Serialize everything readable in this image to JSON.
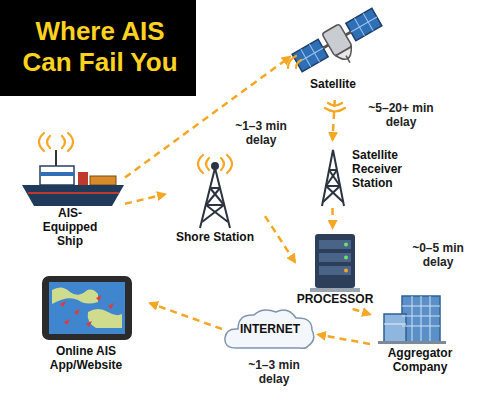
{
  "diagram": {
    "title": "Where AIS Can Fail You",
    "nodes": [
      {
        "text": [
          "Satellite"
        ]
      },
      {
        "text": [
          "AIS-Equipped Ship"
        ]
      },
      {
        "text": [
          "Shore Station"
        ]
      },
      {
        "text": [
          "Satellite Receiver Station"
        ]
      },
      {
        "text": [
          "PROCESSOR"
        ]
      },
      {
        "text": [
          "Aggregator Company"
        ]
      },
      {
        "text": [
          "INTERNET"
        ]
      },
      {
        "text": [
          "Online AIS App/Website"
        ]
      }
    ],
    "edges": [
      {
        "from": 1,
        "to": 0,
        "arrow": "to",
        "label": "~1–3 min delay"
      },
      {
        "from": 0,
        "to": 3,
        "arrow": "to",
        "label": "~5–20+ min delay"
      },
      {
        "from": 1,
        "to": 2,
        "arrow": "to"
      },
      {
        "from": 2,
        "to": 4,
        "arrow": "to"
      },
      {
        "from": 3,
        "to": 4,
        "arrow": "to"
      },
      {
        "from": 4,
        "to": 5,
        "arrow": "to",
        "label": "~0–5 min delay"
      },
      {
        "from": 5,
        "to": 6,
        "arrow": "to"
      },
      {
        "from": 6,
        "to": 7,
        "arrow": "to",
        "label": "~1–3 min delay"
      }
    ]
  }
}
